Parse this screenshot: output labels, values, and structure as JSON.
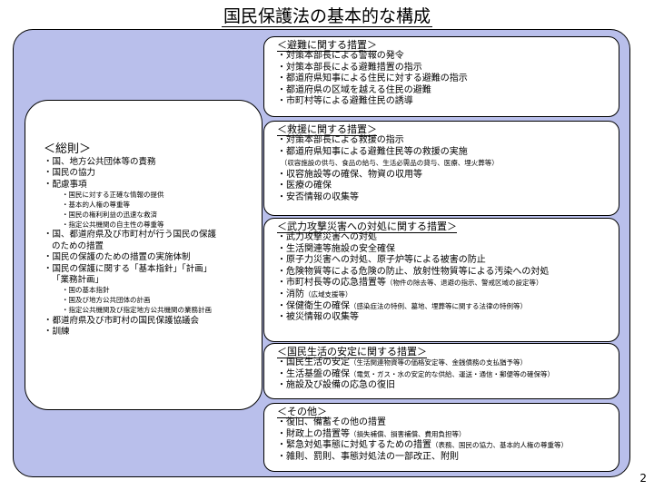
{
  "title": "国民保護法の基本的な構成",
  "general": {
    "heading": "＜総則＞",
    "items": [
      {
        "text": "・国、地方公共団体等の責務",
        "kind": "main"
      },
      {
        "text": "・国民の協力",
        "kind": "main"
      },
      {
        "text": "・配慮事項",
        "kind": "main"
      },
      {
        "text": "・国民に対する正確な情報の提供",
        "kind": "sub"
      },
      {
        "text": "・基本的人権の尊重等",
        "kind": "sub"
      },
      {
        "text": "・国民の権利利益の迅速な救済",
        "kind": "sub"
      },
      {
        "text": "・指定公共機関の自主性の尊重等",
        "kind": "sub"
      },
      {
        "text": "・国、都道府県及び市町村が行う国民の保護",
        "kind": "main"
      },
      {
        "text": "のための措置",
        "kind": "cont"
      },
      {
        "text": "・国民の保護のための措置の実施体制",
        "kind": "main"
      },
      {
        "text": "・国民の保護に関する「基本指針」「計画」",
        "kind": "main"
      },
      {
        "text": "「業務計画」",
        "kind": "cont"
      },
      {
        "text": "・国の基本指針",
        "kind": "sub"
      },
      {
        "text": "・国及び地方公共団体の計画",
        "kind": "sub"
      },
      {
        "text": "・指定公共機関及び指定地方公共機関の業務計画",
        "kind": "sub"
      },
      {
        "text": "・都道府県及び市町村の国民保護協議会",
        "kind": "main"
      },
      {
        "text": "・訓練",
        "kind": "main"
      }
    ]
  },
  "measures": [
    {
      "heading": "＜避難に関する措置＞",
      "items": [
        {
          "text": "・対策本部長による警報の発令",
          "note": ""
        },
        {
          "text": "・対策本部長による避難措置の指示",
          "note": ""
        },
        {
          "text": "・都道府県知事による住民に対する避難の指示",
          "note": ""
        },
        {
          "text": "・都道府県の区域を越える住民の避難",
          "note": ""
        },
        {
          "text": "・市町村等による避難住民の誘導",
          "note": ""
        }
      ]
    },
    {
      "heading": "＜救援に関する措置＞",
      "items": [
        {
          "text": "・対策本部長による救援の指示",
          "note": ""
        },
        {
          "text": "・都道府県知事による避難住民等の救援の実施",
          "note": ""
        },
        {
          "text": "　（収容施設の供与、食品の給与、生活必需品の貸与、医療、埋火葬等）",
          "note": "",
          "small": true
        },
        {
          "text": "・収容施設等の確保、物資の収用等",
          "note": ""
        },
        {
          "text": "・医療の確保",
          "note": ""
        },
        {
          "text": "・安否情報の収集等",
          "note": ""
        }
      ]
    },
    {
      "heading": "＜武力攻撃災害への対処に関する措置＞",
      "items": [
        {
          "text": "・武力攻撃災害への対処",
          "note": ""
        },
        {
          "text": "・生活関連等施設の安全確保",
          "note": ""
        },
        {
          "text": "・原子力災害への対処、原子炉等による被害の防止",
          "note": ""
        },
        {
          "text": "・危険物質等による危険の防止、放射性物質等による汚染への対処",
          "note": ""
        },
        {
          "text": "・市町村長等の応急措置等",
          "note": "（物件の除去等、退避の指示、警戒区域の設定等）"
        },
        {
          "text": "・消防",
          "note": "（広域支援等）"
        },
        {
          "text": "・保健衛生の確保",
          "note": "（感染症法の特例、墓地、埋葬等に関する法律の特例等）"
        },
        {
          "text": "・被災情報の収集等",
          "note": ""
        }
      ]
    },
    {
      "heading": "＜国民生活の安定に関する措置＞",
      "items": [
        {
          "text": "・国民生活の安定",
          "note": "（生活関連物資等の価格安定等、金銭債務の支払猶予等）"
        },
        {
          "text": "・生活基盤の確保",
          "note": "（電気・ガス・水の安定的な供給、運送・通信・郵便等の確保等）"
        },
        {
          "text": "・施設及び設備の応急の復旧",
          "note": ""
        }
      ]
    },
    {
      "heading": "＜その他＞",
      "items": [
        {
          "text": "・復旧、備蓄その他の措置",
          "note": ""
        },
        {
          "text": "・財政上の措置等",
          "note": "（損失補償、損害補償、費用負担等）"
        },
        {
          "text": "・緊急対処事態に対処するための措置",
          "note": "（表務、国民の協力、基本的人権の尊重等）"
        },
        {
          "text": "・雑則、罰則、事態対処法の一部改正、附則",
          "note": ""
        }
      ]
    }
  ],
  "page_number": "2",
  "colors": {
    "panel": "#b9bfeb",
    "box": "#ffffff",
    "border": "#000000"
  }
}
